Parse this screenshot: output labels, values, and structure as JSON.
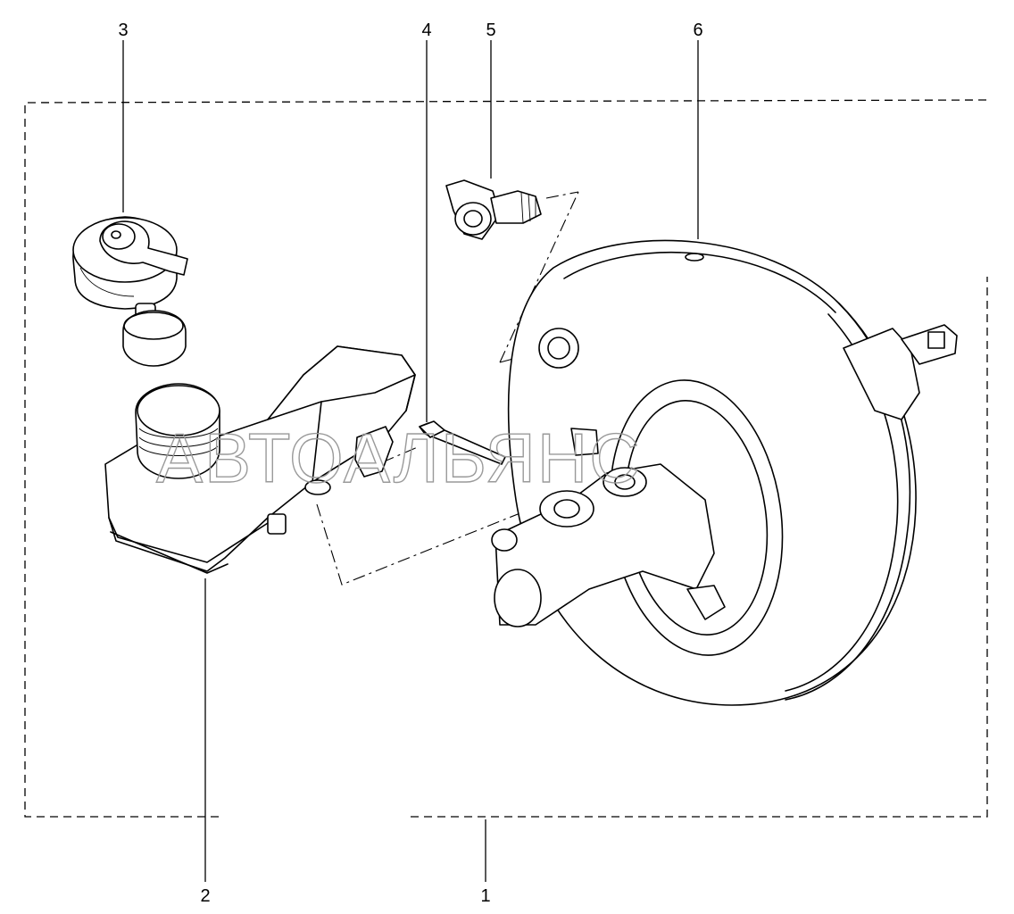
{
  "callouts": {
    "c1": "1",
    "c2": "2",
    "c3": "3",
    "c4": "4",
    "c5": "5",
    "c6": "6"
  },
  "watermark": "АВТОАЛЬЯНС",
  "colors": {
    "line": "#000000",
    "background": "#ffffff",
    "watermark": "#9a9a9a"
  }
}
